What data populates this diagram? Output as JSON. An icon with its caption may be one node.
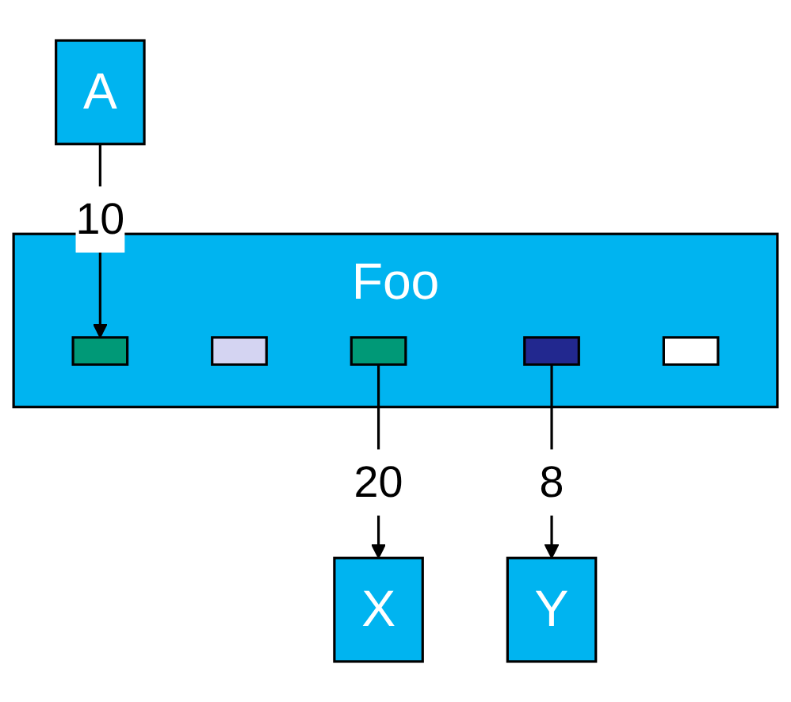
{
  "diagram": {
    "nodes": [
      {
        "text": [
          "A"
        ]
      },
      {
        "text": [
          "Foo"
        ]
      },
      {
        "text": [],
        "shape": "bar",
        "in": 1
      },
      {
        "text": [],
        "shape": "bar",
        "in": 1
      },
      {
        "text": [],
        "shape": "bar",
        "in": 1
      },
      {
        "text": [],
        "shape": "bar",
        "in": 1
      },
      {
        "text": [],
        "shape": "bar",
        "in": 1
      },
      {
        "text": [
          "X"
        ]
      },
      {
        "text": [
          "Y"
        ]
      }
    ],
    "edges": [
      {
        "from": 0,
        "to": 2,
        "label": "10",
        "arrow": "to"
      },
      {
        "from": 4,
        "to": 7,
        "label": "20",
        "arrow": "to"
      },
      {
        "from": 5,
        "to": 8,
        "label": "8",
        "arrow": "to"
      }
    ]
  }
}
